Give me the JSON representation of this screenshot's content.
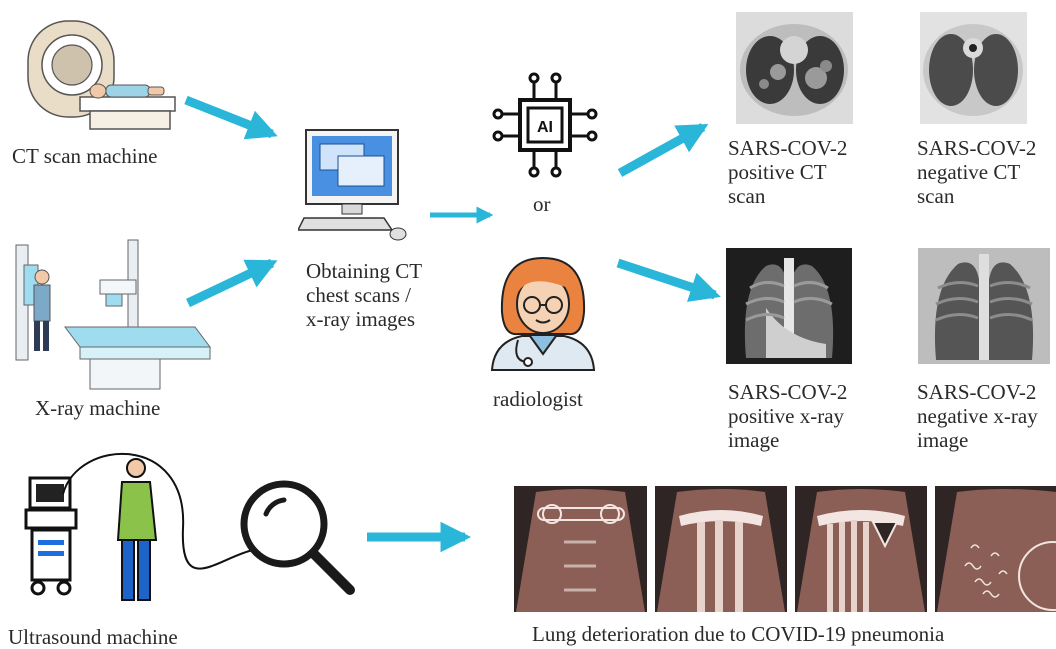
{
  "labels": {
    "ct_machine": "CT scan machine",
    "xray_machine": "X-ray machine",
    "ultrasound_machine": "Ultrasound machine",
    "obtaining": "Obtaining CT\nchest scans /\nx-ray images",
    "or": "or",
    "radiologist": "radiologist",
    "ai_text": "AI",
    "ct_positive": "SARS-COV-2\npositive CT\nscan",
    "ct_negative": "SARS-COV-2\nnegative CT\nscan",
    "xray_positive": "SARS-COV-2\npositive x-ray\nimage",
    "xray_negative": "SARS-COV-2\nnegative x-ray\nimage",
    "lung_deterioration": "Lung deterioration due to COVID-19 pneumonia"
  },
  "colors": {
    "arrow": "#29b6d8",
    "ultrasound_bg": "#8c5f56",
    "ultrasound_dark": "#2f2524",
    "ultrasound_light": "#f3e6e2"
  }
}
